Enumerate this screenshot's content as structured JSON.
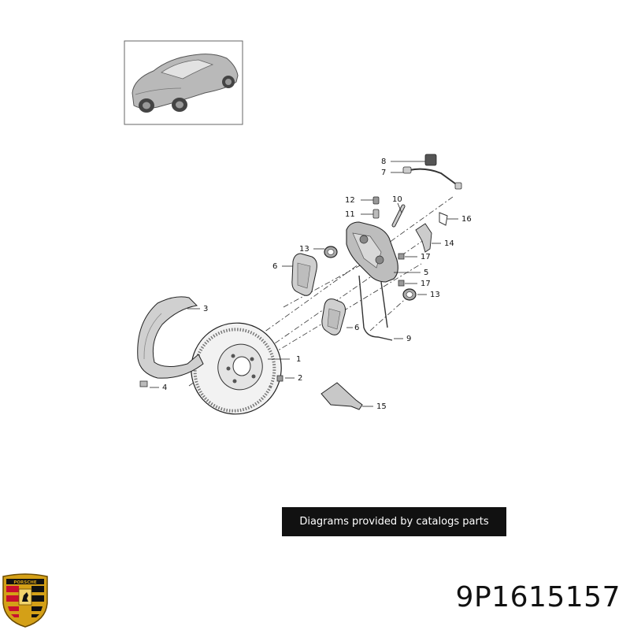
{
  "caption": "Diagrams provided by catalogs parts",
  "part_number": "9P1615157",
  "logo_text": "PORSCHE",
  "callouts": [
    {
      "label": "1"
    },
    {
      "label": "2"
    },
    {
      "label": "3"
    },
    {
      "label": "4"
    },
    {
      "label": "5"
    },
    {
      "label": "6"
    },
    {
      "label": "6"
    },
    {
      "label": "7"
    },
    {
      "label": "8"
    },
    {
      "label": "9"
    },
    {
      "label": "10"
    },
    {
      "label": "11"
    },
    {
      "label": "12"
    },
    {
      "label": "13"
    },
    {
      "label": "13"
    },
    {
      "label": "14"
    },
    {
      "label": "15"
    },
    {
      "label": "16"
    },
    {
      "label": "17"
    },
    {
      "label": "17"
    }
  ],
  "colors": {
    "caption_bg": "#111111",
    "caption_text": "#ffffff",
    "logo_red": "#c8102e",
    "logo_gold": "#d4a017"
  }
}
